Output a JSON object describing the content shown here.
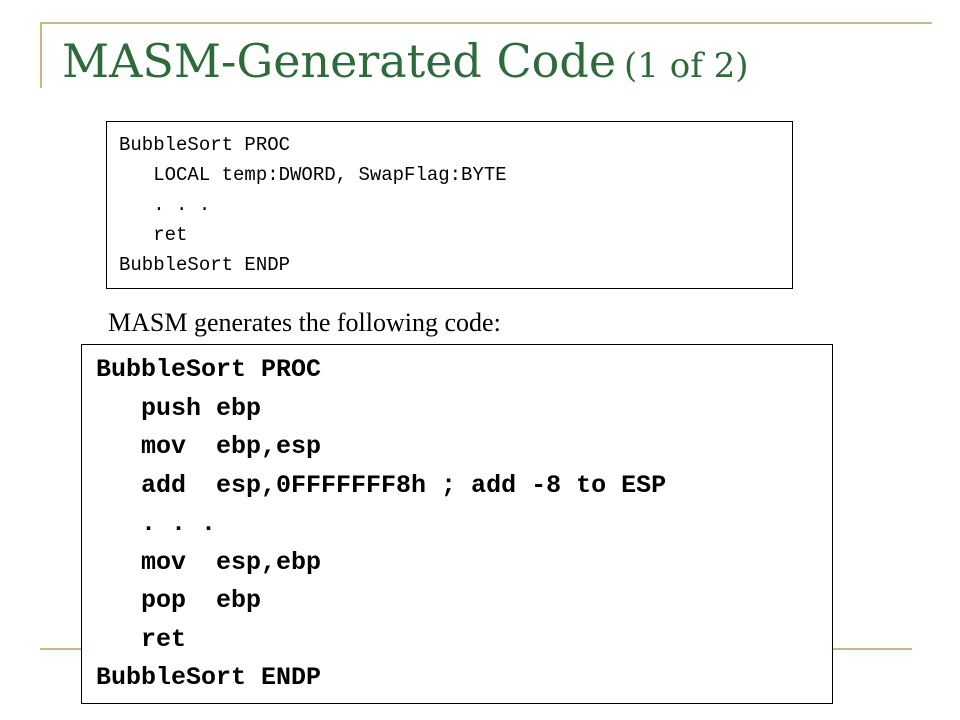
{
  "slide": {
    "title": "MASM-Generated Code",
    "title_suffix": "(1 of 2)",
    "source_code": [
      "BubbleSort PROC",
      "   LOCAL temp:DWORD, SwapFlag:BYTE",
      "   . . .",
      "   ret",
      "BubbleSort ENDP"
    ],
    "caption": "MASM generates the following code:",
    "generated_code": [
      "BubbleSort PROC",
      "   push ebp",
      "   mov  ebp,esp",
      "   add  esp,0FFFFFFF8h ; add -8 to ESP",
      "   . . .",
      "   mov  esp,ebp",
      "   pop  ebp",
      "   ret",
      "BubbleSort ENDP"
    ]
  },
  "colors": {
    "title": "#2e6b3a",
    "frame": "#c9b97a"
  }
}
